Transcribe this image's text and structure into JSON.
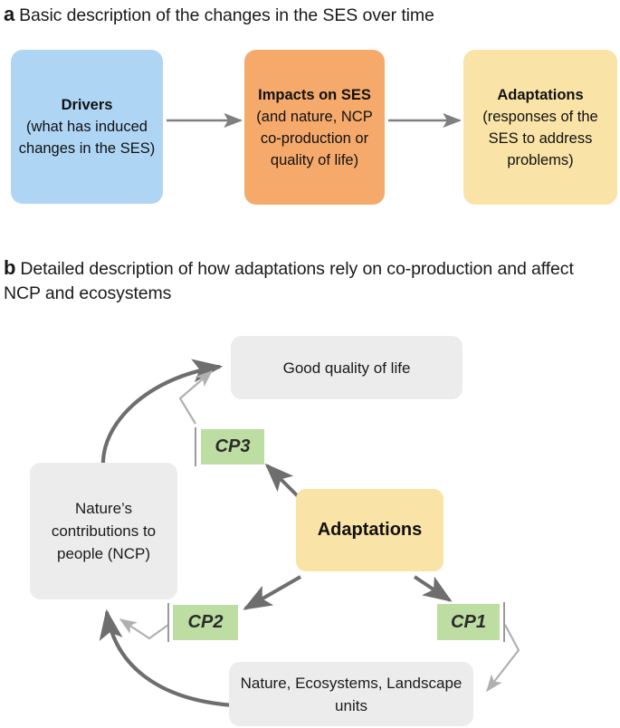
{
  "figure": {
    "panel_a": {
      "letter": "a",
      "title": "Basic description of the changes in the SES over time",
      "boxes": [
        {
          "id": "drivers",
          "heading": "Drivers",
          "body": "(what has induced changes in the SES)",
          "color": "#AFD5F5"
        },
        {
          "id": "impacts",
          "heading": "Impacts on SES",
          "body": "(and nature, NCP co-production or quality of life)",
          "color": "#F5A96B"
        },
        {
          "id": "adaptations",
          "heading": "Adaptations",
          "body": "(responses of the SES to address problems)",
          "color": "#FAE3A7"
        }
      ],
      "flow": [
        "drivers",
        "impacts",
        "adaptations"
      ],
      "arrow_color": "#7F7F7F"
    },
    "panel_b": {
      "letter": "b",
      "title": "Detailed description of how adaptations rely on co-production and affect NCP and ecosystems",
      "nodes": [
        {
          "id": "good-quality-of-life",
          "label": "Good quality of life",
          "color": "#ECECEC"
        },
        {
          "id": "nature-contributions-to-people",
          "label": "Nature’s contributions to people (NCP)",
          "color": "#ECECEC"
        },
        {
          "id": "nature-ecosystems",
          "label": "Nature, Ecosystems, Landscape units",
          "color": "#ECECEC"
        },
        {
          "id": "adaptations",
          "label": "Adaptations",
          "color": "#FAE3A7"
        }
      ],
      "coproduction_labels": [
        {
          "id": "cp1",
          "label": "CP1",
          "color": "#BDDDA2"
        },
        {
          "id": "cp2",
          "label": "CP2",
          "color": "#BDDDA2"
        },
        {
          "id": "cp3",
          "label": "CP3",
          "color": "#BDDDA2"
        }
      ],
      "edges": [
        {
          "from": "nature-ecosystems",
          "to": "nature-contributions-to-people",
          "style": "thick-curved",
          "annotated_by": "cp2"
        },
        {
          "from": "nature-contributions-to-people",
          "to": "good-quality-of-life",
          "style": "thick-curved",
          "annotated_by": "cp3"
        },
        {
          "from": "adaptations",
          "to": "cp3",
          "style": "straight"
        },
        {
          "from": "adaptations",
          "to": "cp2",
          "style": "straight"
        },
        {
          "from": "adaptations",
          "to": "cp1",
          "style": "straight"
        },
        {
          "from": "cp1",
          "to": "nature-ecosystems",
          "style": "thin-bracket"
        }
      ],
      "arrow_color": "#6E6E6E",
      "thin_arrow_color": "#A8A8A8"
    }
  }
}
